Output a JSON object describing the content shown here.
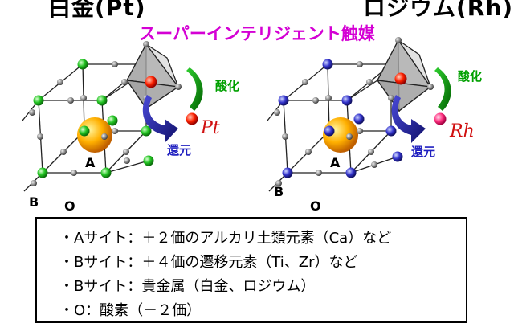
{
  "titles": {
    "left": "白金(Pt)",
    "right": "ロジウム(Rh)",
    "subtitle": "スーパーインテリジェント触媒"
  },
  "diagram": {
    "site_a": "A",
    "site_b": "B",
    "oxygen": "O",
    "oxidation": "酸化",
    "reduction": "還元",
    "metal_left": "Pt",
    "metal_right": "Rh"
  },
  "legend": [
    "・Aサイト：＋２価のアルカリ土類元素（Ca）など",
    "・Bサイト：＋４価の遷移元素（Ti、Zr）など",
    "・Bサイト：貴金属（白金、ロジウム）",
    "・O：酸素（－２価）"
  ],
  "colors": {
    "subtitle": "#d400d4",
    "b_site_left": "#22c422",
    "b_site_right": "#3333cc",
    "a_site": "#ffb000",
    "oxygen": "#8a8a8a",
    "noble_metal": "#ff2200",
    "oxidation_label": "#00a000",
    "reduction_label": "#2020c0",
    "metal_text": "#d01010"
  }
}
